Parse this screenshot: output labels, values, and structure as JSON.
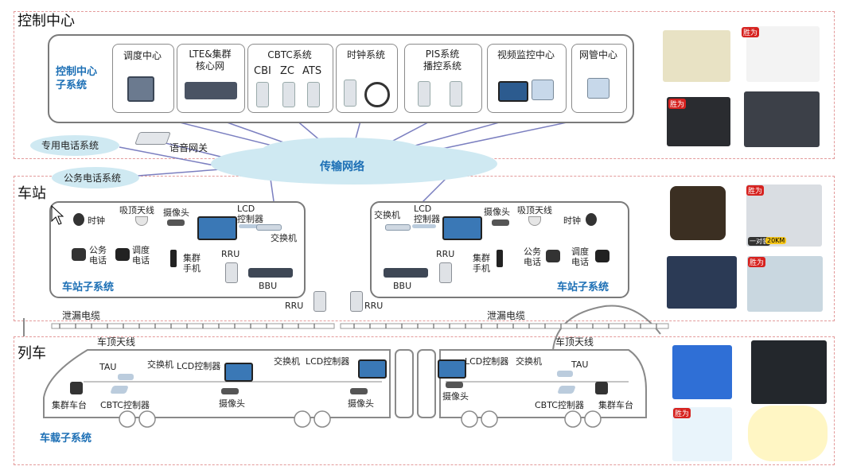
{
  "zones": {
    "control": "控制中心",
    "station": "车站",
    "train": "列车"
  },
  "control_center": {
    "subsystem": "控制中心\n子系统",
    "boxes": [
      {
        "label": "调度中心"
      },
      {
        "label": "LTE&集群\n核心网"
      },
      {
        "label": "CBTC系统",
        "sub": [
          "CBI",
          "ZC",
          "ATS"
        ]
      },
      {
        "label": "时钟系统"
      },
      {
        "label": "PIS系统\n播控系统"
      },
      {
        "label": "视频监控中心"
      },
      {
        "label": "网管中心"
      }
    ],
    "dedicated_phone": "专用电话系统",
    "voice_gateway": "语音网关",
    "public_phone": "公务电话系统",
    "transport_network": "传输网络"
  },
  "station_left": {
    "clock": "时钟",
    "ceiling_antenna": "吸顶天线",
    "camera": "摄像头",
    "lcd_controller": "LCD\n控制器",
    "switch": "交换机",
    "public_phone": "公务\n电话",
    "dispatch_phone": "调度\n电话",
    "trunk_handset": "集群\n手机",
    "rru": "RRU",
    "bbu": "BBU",
    "subsystem": "车站子系统"
  },
  "station_right": {
    "switch": "交换机",
    "lcd_controller": "LCD\n控制器",
    "camera": "摄像头",
    "ceiling_antenna": "吸顶天线",
    "clock": "时钟",
    "rru": "RRU",
    "trunk_handset": "集群\n手机",
    "public_phone": "公务\n电话",
    "dispatch_phone": "调度\n电话",
    "bbu": "BBU",
    "subsystem": "车站子系统"
  },
  "trackside": {
    "rru_left": "RRU",
    "rru_right": "RRU",
    "leaky_left": "泄漏电缆",
    "leaky_right": "泄漏电缆"
  },
  "train": {
    "roof_antenna_left": "车顶天线",
    "tau_left": "TAU",
    "switch_1": "交换机",
    "lcd_1": "LCD控制器",
    "trunk_station_left": "集群车台",
    "cbtc_left": "CBTC控制器",
    "camera_1": "摄像头",
    "switch_2": "交换机",
    "lcd_2": "LCD控制器",
    "camera_2": "摄像头",
    "lcd_3": "LCD控制器",
    "switch_3": "交换机",
    "camera_3": "摄像头",
    "roof_antenna_right": "车顶天线",
    "tau_right": "TAU",
    "cbtc_right": "CBTC控制器",
    "trunk_station_right": "集群车台",
    "subsystem": "车载子系统"
  },
  "products": {
    "badge": "胜为",
    "km_tag": "20KM",
    "pair_tag": "一对装"
  },
  "colors": {
    "zone_border": "#e39a9a",
    "blue_text": "#1c6fb5",
    "cloud": "#cfe9f2",
    "link_line": "#7b7fc0",
    "badge_red": "#d6221f"
  }
}
